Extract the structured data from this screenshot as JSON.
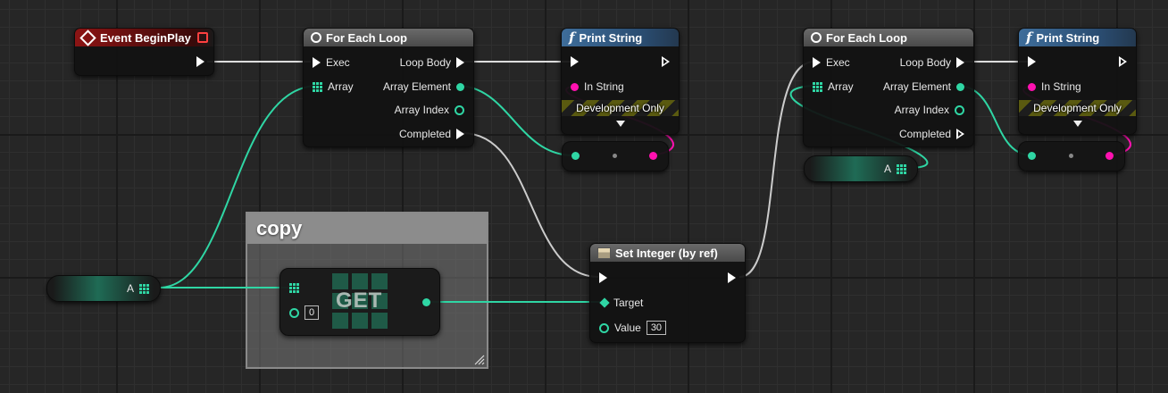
{
  "nodes": {
    "event_begin_play": {
      "title": "Event BeginPlay"
    },
    "for_each_1": {
      "title": "For Each Loop",
      "exec": "Exec",
      "loop_body": "Loop Body",
      "array": "Array",
      "array_element": "Array Element",
      "array_index": "Array Index",
      "completed": "Completed"
    },
    "print_string_1": {
      "title": "Print String",
      "in_string": "In String",
      "dev_only": "Development Only"
    },
    "for_each_2": {
      "title": "For Each Loop",
      "exec": "Exec",
      "loop_body": "Loop Body",
      "array": "Array",
      "array_element": "Array Element",
      "array_index": "Array Index",
      "completed": "Completed"
    },
    "print_string_2": {
      "title": "Print String",
      "in_string": "In String",
      "dev_only": "Development Only"
    },
    "set_integer": {
      "title": "Set Integer (by ref)",
      "target": "Target",
      "value": "Value",
      "value_default": "30"
    },
    "get_node": {
      "label": "GET",
      "index_default": "0"
    },
    "var_a_1": {
      "label": "A"
    },
    "var_a_2": {
      "label": "A"
    }
  },
  "comment": {
    "title": "copy"
  },
  "colors": {
    "exec": "#ffffff",
    "integer": "#2fd6a4",
    "string": "#ff11b0",
    "event": "#8c1414",
    "function": "#3e6d9a"
  },
  "icons": {
    "event": "event-diamond-icon",
    "loop": "loop-macro-icon",
    "function": "function-f-icon",
    "variable": "variable-icon"
  }
}
